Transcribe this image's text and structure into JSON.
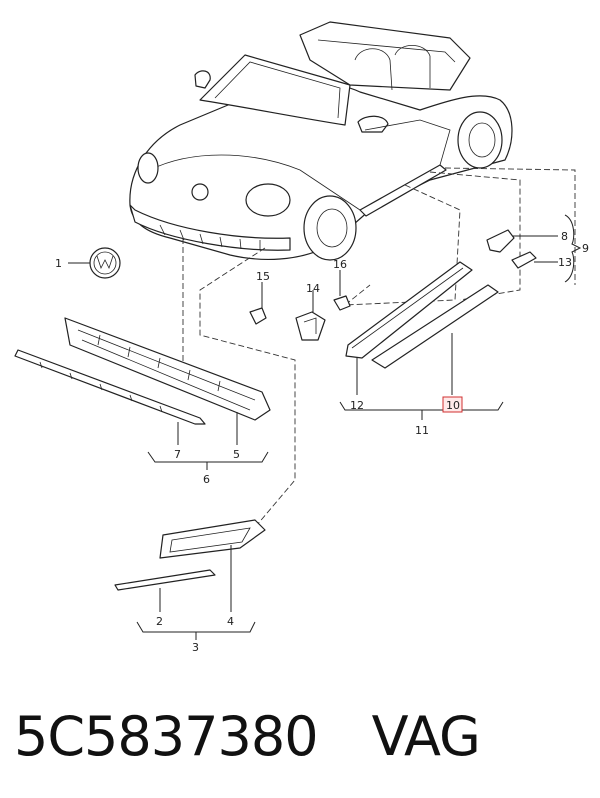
{
  "diagram": {
    "callouts": [
      "1",
      "2",
      "3",
      "4",
      "5",
      "6",
      "7",
      "8",
      "9",
      "10",
      "11",
      "12",
      "13",
      "14",
      "15",
      "16"
    ],
    "highlighted_callout": "10",
    "highlight_color": "#d03030"
  },
  "caption": {
    "part_number": "5C5837380",
    "brand": "VAG"
  }
}
